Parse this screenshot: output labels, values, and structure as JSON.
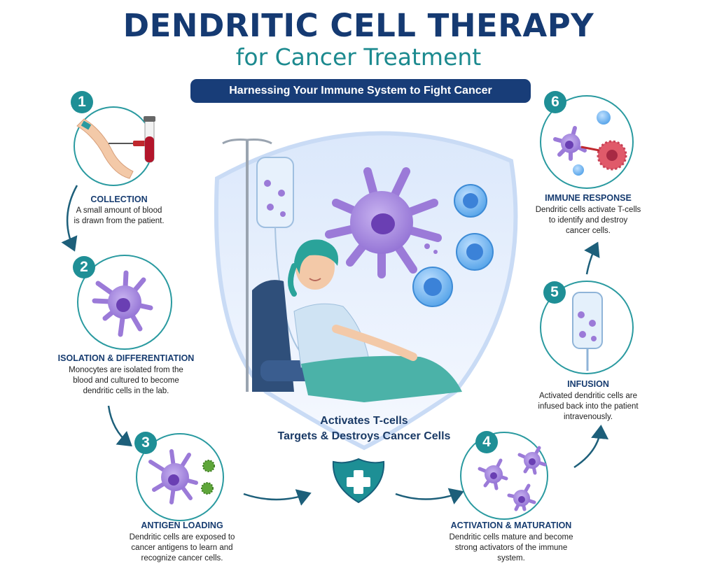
{
  "header": {
    "title": "DENDRITIC CELL THERAPY",
    "subtitle": "for Cancer Treatment",
    "tagline": "Harnessing Your Immune System to Fight Cancer"
  },
  "steps": [
    {
      "number": "1",
      "heading": "COLLECTION",
      "lines": [
        "A small amount of blood",
        "is drawn from the patient."
      ]
    },
    {
      "number": "2",
      "heading": "ISOLATION & DIFFERENTIATION",
      "lines": [
        "Monocytes are isolated from the",
        "blood and cultured to become",
        "dendritic cells in the lab."
      ]
    },
    {
      "number": "3",
      "heading": "ANTIGEN LOADING",
      "lines": [
        "Dendritic cells are exposed to",
        "cancer antigens to learn and",
        "recognize cancer cells."
      ]
    },
    {
      "number": "4",
      "heading": "ACTIVATION & MATURATION",
      "lines": [
        "Dendritic cells mature and become",
        "strong activators of the immune",
        "system."
      ]
    },
    {
      "number": "5",
      "heading": "INFUSION",
      "lines": [
        "Activated dendritic cells are",
        "infused back into the patient",
        "intravenously."
      ]
    },
    {
      "number": "6",
      "heading": "IMMUNE RESPONSE",
      "lines": [
        "Dendritic cells activate T-cells",
        "to identify and destroy",
        "cancer cells."
      ]
    }
  ],
  "center": {
    "line1": "Activates T-cells",
    "line2": "Targets & Destroys Cancer Cells"
  },
  "icons": {
    "shield": "shield-plus-icon",
    "blood": "blood-tube-icon",
    "iv": "iv-bag-icon"
  },
  "colors": {
    "navy": "#153a72",
    "teal": "#1f8f96",
    "purple": "#9b7ad8",
    "tcell": "#4f9ee8",
    "cancer": "#e05a6a"
  }
}
